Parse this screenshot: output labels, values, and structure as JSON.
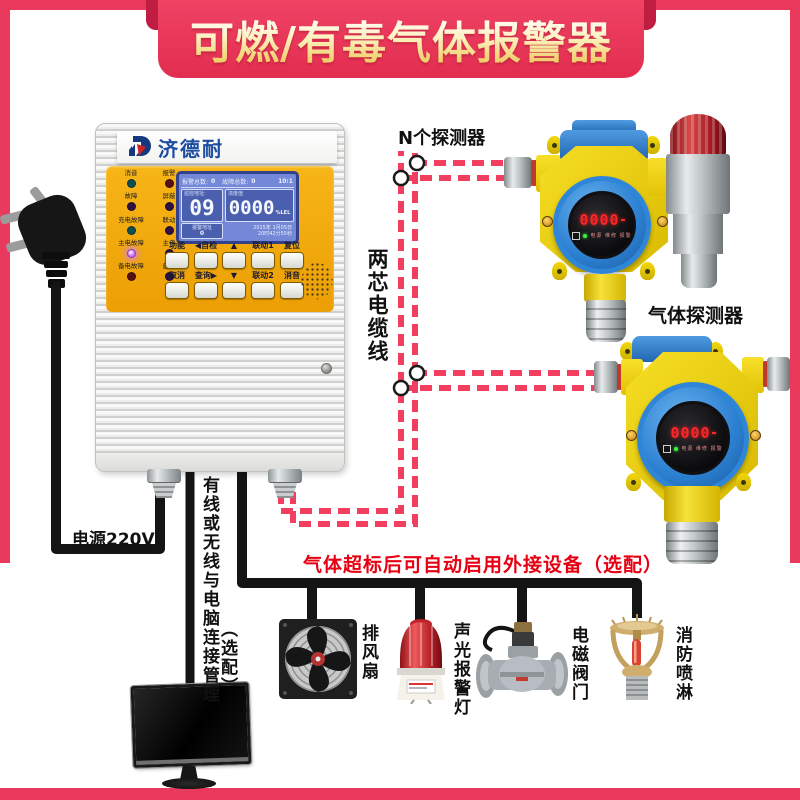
{
  "page": {
    "title": "可燃/有毒气体报警器"
  },
  "colors": {
    "frame_red": "#e9395c",
    "banner_red": "#e53355",
    "panel_orange": "#f2a60e",
    "lcd_blue": "#7388d6",
    "dashed_wire": "#f23f5f",
    "caption_red": "#e60012",
    "detector_yellow": "#eed009",
    "detector_blue": "#2b80d0"
  },
  "panel": {
    "brand": "济德耐",
    "leds": [
      {
        "label": "消音"
      },
      {
        "label": "报警"
      },
      {
        "label": "故障"
      },
      {
        "label": "屏蔽"
      },
      {
        "label": "充电故障"
      },
      {
        "label": "联动"
      },
      {
        "label": "主电故障",
        "lit": true
      },
      {
        "label": "主电"
      },
      {
        "label": "备电故障"
      },
      {
        "label": "备电"
      }
    ],
    "lcd": {
      "alarm_total_label": "报警总数:",
      "alarm_total": "0",
      "fault_total_label": "故障总数:",
      "fault_total": "0",
      "ratio": "10:1",
      "patrol_label": "巡检地址:",
      "patrol_value": "09",
      "concentration_label": "浓度值",
      "concentration_value": "0000",
      "concentration_unit": "%LEL",
      "alarm_addr_label": "报警地址",
      "alarm_addr_value": "0",
      "date": "2015年 1月05日",
      "time": "20时42分55秒"
    },
    "buttons_row1": [
      "功能",
      "◀自检",
      "▲",
      "联动1",
      "复位"
    ],
    "buttons_row2": [
      "取消",
      "查询▶",
      "▼",
      "联动2",
      "消音"
    ]
  },
  "detectors": [
    {
      "reading": "0000",
      "status_labels": "电源 维修 报警"
    },
    {
      "reading": "0000",
      "status_labels": "电源 维修 报警"
    }
  ],
  "labels": {
    "power": "电源220V",
    "n_detectors": "N个探测器",
    "two_core_cable": "两芯电缆线",
    "gas_detector": "气体探测器",
    "pc_link": "有线或无线与电脑连接管理",
    "pc_link_optional": "（选配）",
    "auto_enable_caption": "气体超标后可自动启用外接设备（选配）",
    "fan": "排风扇",
    "alarm_lamp": "声光报警灯",
    "solenoid_valve": "电磁阀门",
    "fire_sprinkler": "消防喷淋"
  }
}
